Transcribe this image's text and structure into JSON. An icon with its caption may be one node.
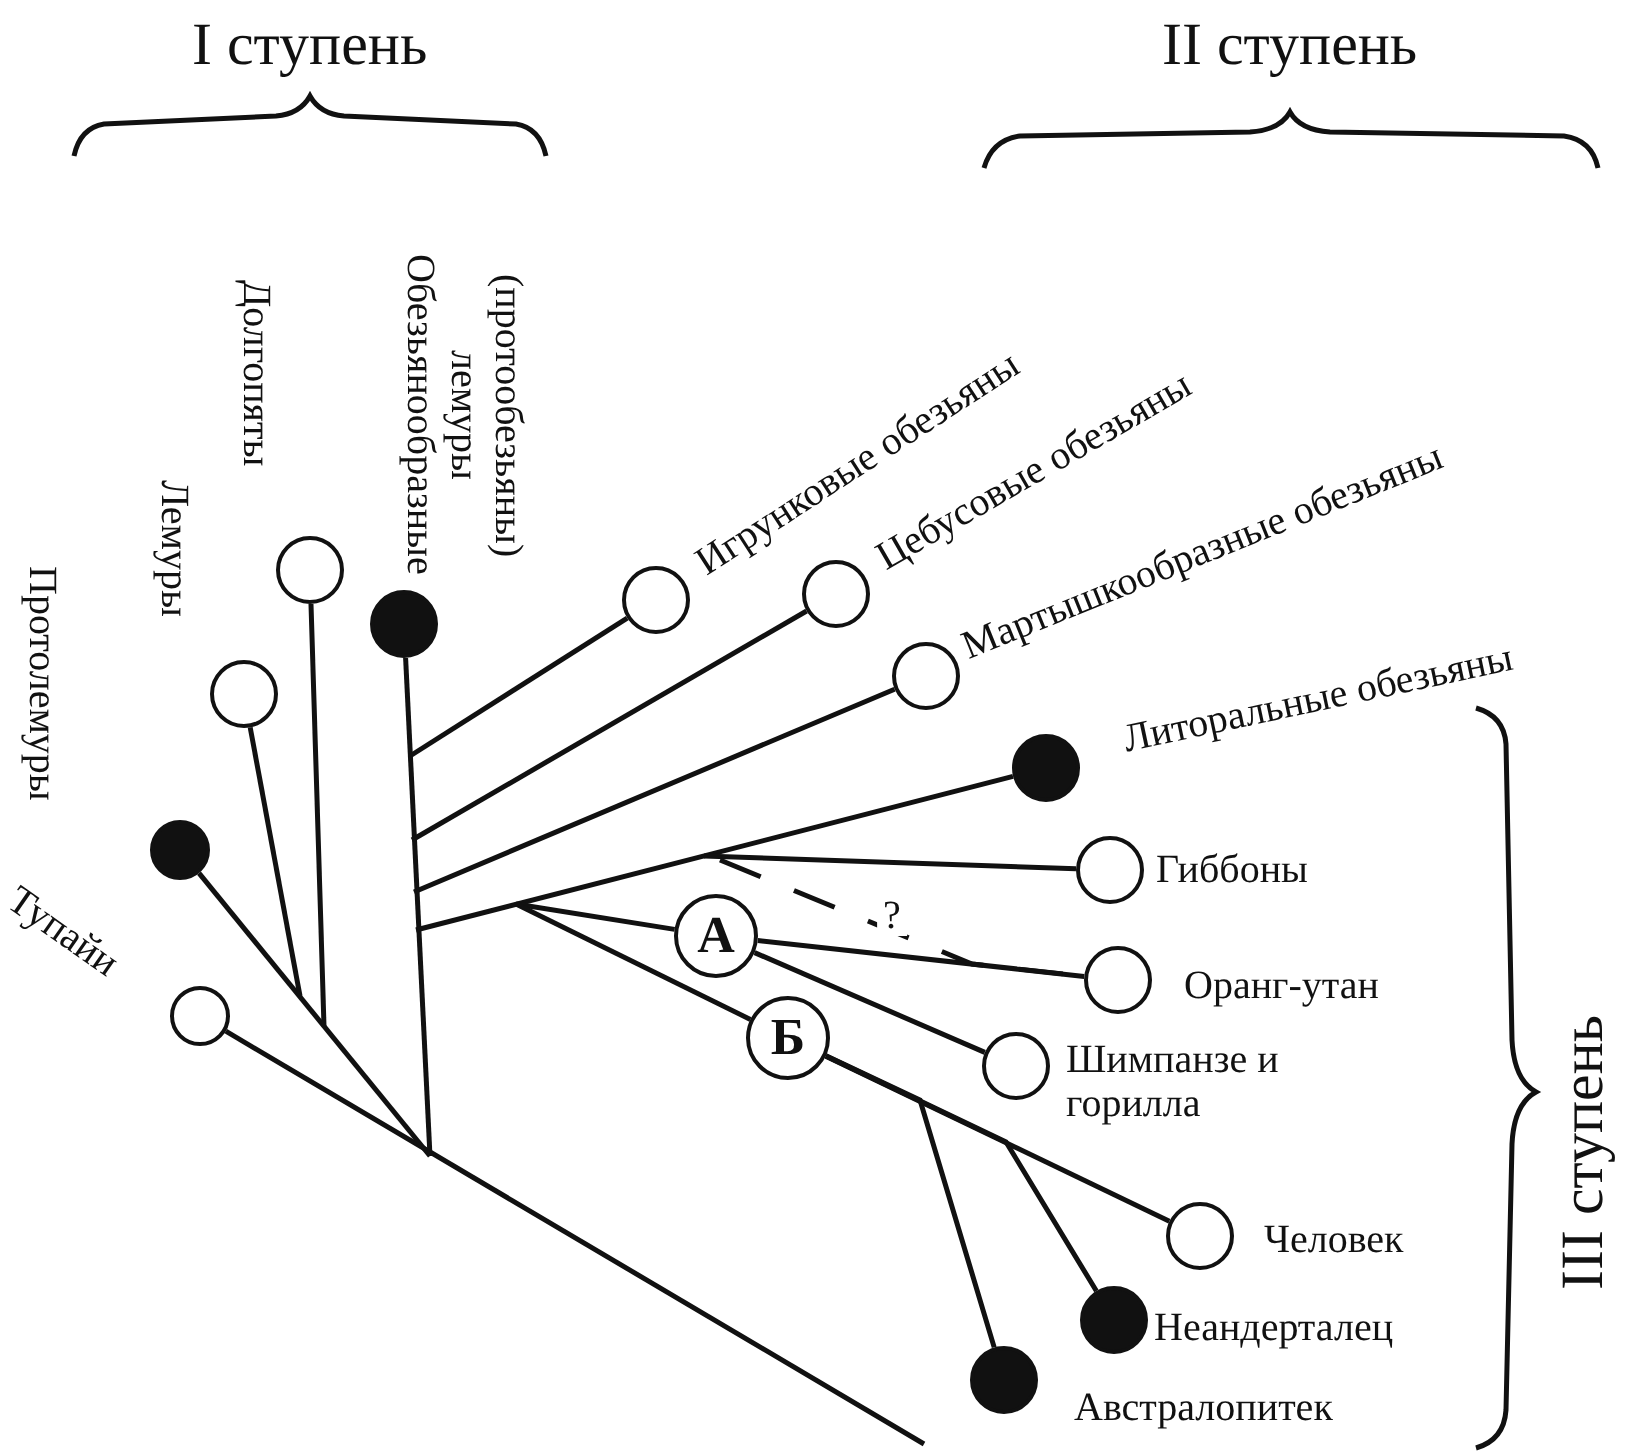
{
  "diagram": {
    "nodes": [
      {
        "text": [],
        "shape": "circle",
        "beside": [
          "Тупайи"
        ]
      },
      {
        "text": [],
        "shape": "dot",
        "beside": [
          "Протолемуры"
        ]
      },
      {
        "text": [],
        "shape": "circle",
        "beside": [
          "Лемуры"
        ]
      },
      {
        "text": [],
        "shape": "circle",
        "beside": [
          "Долгопяты"
        ]
      },
      {
        "text": [],
        "shape": "dot",
        "beside": [
          "Обезьянообразные лемуры (протообезьяны)"
        ]
      },
      {
        "text": [],
        "shape": "circle",
        "beside": [
          "Игрунковые обезьяны"
        ]
      },
      {
        "text": [],
        "shape": "circle",
        "beside": [
          "Цебусовые обезьяны"
        ]
      },
      {
        "text": [],
        "shape": "circle",
        "beside": [
          "Мартышкообразные обезьяны"
        ]
      },
      {
        "text": [],
        "shape": "dot",
        "beside": [
          "Литоральные обезьяны"
        ]
      },
      {
        "text": [],
        "shape": "circle",
        "beside": [
          "Гиббоны"
        ]
      },
      {
        "text": [
          "А"
        ]
      },
      {
        "text": [],
        "shape": "circle",
        "beside": [
          "Оранг-утан"
        ]
      },
      {
        "text": [
          "Б"
        ]
      },
      {
        "text": [],
        "shape": "circle",
        "beside": [
          "Шимпанзе и горилла"
        ]
      },
      {
        "text": [],
        "shape": "circle",
        "beside": [
          "Человек"
        ]
      },
      {
        "text": [],
        "shape": "dot",
        "beside": [
          "Неандерталец"
        ]
      },
      {
        "text": [],
        "shape": "dot",
        "beside": [
          "Австралопитек"
        ]
      }
    ],
    "edges": [
      {
        "from": null,
        "to": 0,
        "arrow": "none"
      },
      {
        "from": null,
        "to": 1,
        "arrow": "none"
      },
      {
        "from": null,
        "to": 2,
        "arrow": "none"
      },
      {
        "from": null,
        "to": 3,
        "arrow": "none"
      },
      {
        "from": null,
        "to": 4,
        "arrow": "none"
      },
      {
        "from": null,
        "to": 5,
        "arrow": "none"
      },
      {
        "from": null,
        "to": 6,
        "arrow": "none"
      },
      {
        "from": null,
        "to": 7,
        "arrow": "none"
      },
      {
        "from": null,
        "to": 8,
        "arrow": "none"
      },
      {
        "from": null,
        "to": 9,
        "arrow": "none"
      },
      {
        "from": null,
        "to": 10,
        "arrow": "none"
      },
      {
        "from": null,
        "to": 12,
        "arrow": "none"
      },
      {
        "from": 10,
        "to": 11,
        "arrow": "none"
      },
      {
        "from": 10,
        "to": 13,
        "arrow": "none"
      },
      {
        "from": 12,
        "to": 14,
        "arrow": "none"
      },
      {
        "from": 12,
        "to": 15,
        "arrow": "none"
      },
      {
        "from": 12,
        "to": 16,
        "arrow": "none"
      },
      {
        "from": null,
        "to": 11,
        "arrow": "none",
        "label": "?",
        "style": "dashed"
      }
    ],
    "labels": [
      "I ступень",
      "II ступень",
      "III ступень"
    ]
  }
}
